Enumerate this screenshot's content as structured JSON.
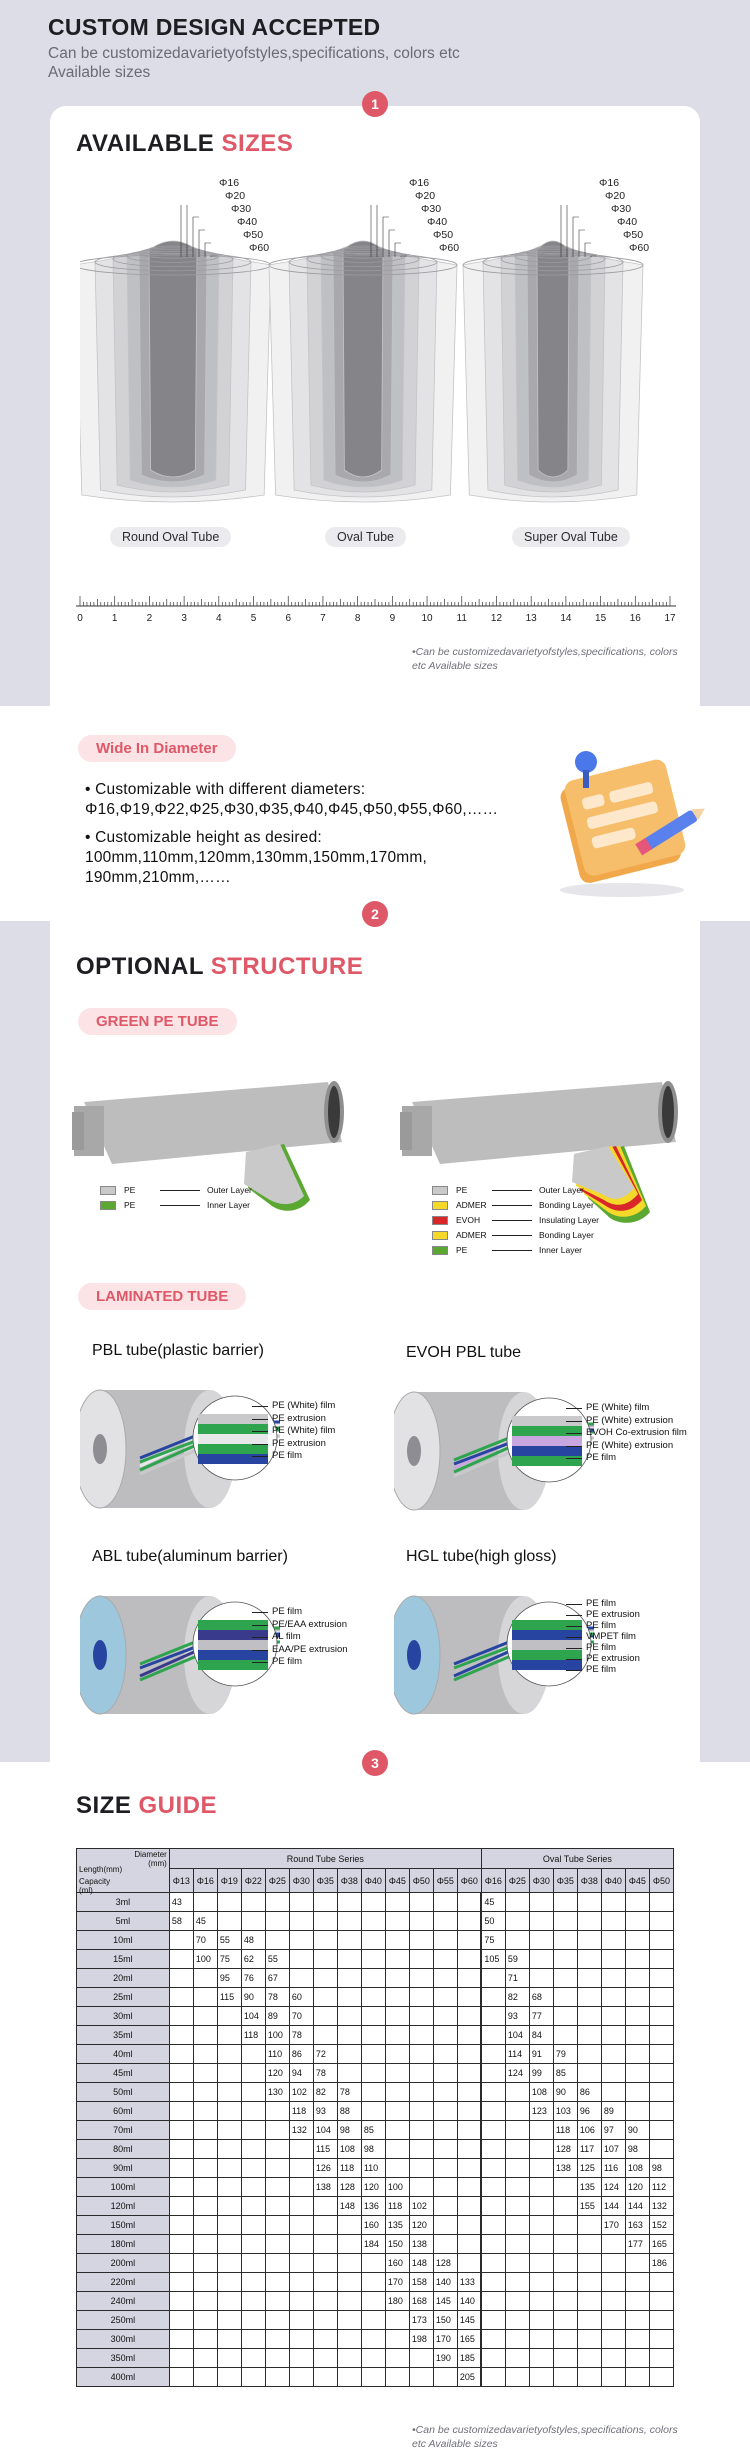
{
  "header": {
    "title": "CUSTOM DESIGN ACCEPTED",
    "subtitle": "Can be customizedavarietyofstyles,specifications, colors etc Available sizes"
  },
  "badges": [
    "1",
    "2",
    "3"
  ],
  "sizes": {
    "title_a": "AVAILABLE",
    "title_b": "SIZES",
    "diameters": [
      "Φ16",
      "Φ20",
      "Φ30",
      "Φ40",
      "Φ50",
      "Φ60"
    ],
    "tubes": [
      "Round Oval Tube",
      "Oval Tube",
      "Super Oval Tube"
    ],
    "ruler": [
      "0",
      "1",
      "2",
      "3",
      "4",
      "5",
      "6",
      "7",
      "8",
      "9",
      "10",
      "11",
      "12",
      "13",
      "14",
      "15",
      "16",
      "17"
    ],
    "note": "•Can be customizedavarietyofstyles,specifications, colors etc Available sizes"
  },
  "diameter": {
    "pill": "Wide In Diameter",
    "b1a": "• Customizable with different diameters:",
    "b1b": "Φ16,Φ19,Φ22,Φ25,Φ30,Φ35,Φ40,Φ45,Φ50,Φ55,Φ60,……",
    "b2a": "• Customizable height as desired:",
    "b2b": "100mm,110mm,120mm,130mm,150mm,170mm,",
    "b2c": "190mm,210mm,……"
  },
  "structure": {
    "title_a": "OPTIONAL",
    "title_b": "STRUCTURE",
    "green_pill": "GREEN PE TUBE",
    "legend1": [
      {
        "name": "PE",
        "layer": "Outer Layer",
        "color": "#c9c9c9"
      },
      {
        "name": "PE",
        "layer": "Inner Layer",
        "color": "#5aa832"
      }
    ],
    "legend2": [
      {
        "name": "PE",
        "layer": "Outer Layer",
        "color": "#c9c9c9"
      },
      {
        "name": "ADMER",
        "layer": "Bonding Layer",
        "color": "#f4d92a"
      },
      {
        "name": "EVOH",
        "layer": "Insulating Layer",
        "color": "#d8262b"
      },
      {
        "name": "ADMER",
        "layer": "Bonding Layer",
        "color": "#f4d92a"
      },
      {
        "name": "PE",
        "layer": "Inner Layer",
        "color": "#5aa832"
      }
    ],
    "lam_pill": "LAMINATED TUBE",
    "lam": [
      {
        "title": "PBL tube(plastic barrier)",
        "layers": [
          "PE (White) film",
          "PE extrusion",
          "PE (White) film",
          "PE extrusion",
          "PE film"
        ]
      },
      {
        "title": "EVOH PBL tube",
        "layers": [
          "PE (White) film",
          "PE (White) extrusion",
          "EVOH Co-extrusion film",
          "PE (White) extrusion",
          "PE film"
        ]
      },
      {
        "title": "ABL tube(aluminum barrier)",
        "layers": [
          "PE film",
          "PE/EAA extrusion",
          "AL film",
          "EAA/PE extrusion",
          "PE film"
        ]
      },
      {
        "title": "HGL tube(high gloss)",
        "layers": [
          "PE film",
          "PE extrusion",
          "PE film",
          "VMPET film",
          "PE film",
          "PE extrusion",
          "PE film"
        ]
      }
    ]
  },
  "guide": {
    "title_a": "SIZE",
    "title_b": "GUIDE",
    "corner": {
      "diameter": "Diameter (mm)",
      "length": "Length(mm)",
      "capacity": "Capacity (ml)"
    },
    "round_label": "Round Tube Series",
    "oval_label": "Oval Tube Series",
    "round_cols": [
      "Φ13",
      "Φ16",
      "Φ19",
      "Φ22",
      "Φ25",
      "Φ30",
      "Φ35",
      "Φ38",
      "Φ40",
      "Φ45",
      "Φ50",
      "Φ55",
      "Φ60"
    ],
    "oval_cols": [
      "Φ16",
      "Φ25",
      "Φ30",
      "Φ35",
      "Φ38",
      "Φ40",
      "Φ45",
      "Φ50"
    ],
    "rows": [
      [
        "3ml",
        "43",
        "",
        "",
        "",
        "",
        "",
        "",
        "",
        "",
        "",
        "",
        "",
        "",
        "45",
        "",
        "",
        "",
        "",
        "",
        "",
        ""
      ],
      [
        "5ml",
        "58",
        "45",
        "",
        "",
        "",
        "",
        "",
        "",
        "",
        "",
        "",
        "",
        "",
        "50",
        "",
        "",
        "",
        "",
        "",
        "",
        ""
      ],
      [
        "10ml",
        "",
        "70",
        "55",
        "48",
        "",
        "",
        "",
        "",
        "",
        "",
        "",
        "",
        "",
        "75",
        "",
        "",
        "",
        "",
        "",
        "",
        ""
      ],
      [
        "15ml",
        "",
        "100",
        "75",
        "62",
        "55",
        "",
        "",
        "",
        "",
        "",
        "",
        "",
        "",
        "105",
        "59",
        "",
        "",
        "",
        "",
        "",
        ""
      ],
      [
        "20ml",
        "",
        "",
        "95",
        "76",
        "67",
        "",
        "",
        "",
        "",
        "",
        "",
        "",
        "",
        "",
        "71",
        "",
        "",
        "",
        "",
        "",
        ""
      ],
      [
        "25ml",
        "",
        "",
        "115",
        "90",
        "78",
        "60",
        "",
        "",
        "",
        "",
        "",
        "",
        "",
        "",
        "82",
        "68",
        "",
        "",
        "",
        "",
        ""
      ],
      [
        "30ml",
        "",
        "",
        "",
        "104",
        "89",
        "70",
        "",
        "",
        "",
        "",
        "",
        "",
        "",
        "",
        "93",
        "77",
        "",
        "",
        "",
        "",
        ""
      ],
      [
        "35ml",
        "",
        "",
        "",
        "118",
        "100",
        "78",
        "",
        "",
        "",
        "",
        "",
        "",
        "",
        "",
        "104",
        "84",
        "",
        "",
        "",
        "",
        ""
      ],
      [
        "40ml",
        "",
        "",
        "",
        "",
        "110",
        "86",
        "72",
        "",
        "",
        "",
        "",
        "",
        "",
        "",
        "114",
        "91",
        "79",
        "",
        "",
        "",
        ""
      ],
      [
        "45ml",
        "",
        "",
        "",
        "",
        "120",
        "94",
        "78",
        "",
        "",
        "",
        "",
        "",
        "",
        "",
        "124",
        "99",
        "85",
        "",
        "",
        "",
        ""
      ],
      [
        "50ml",
        "",
        "",
        "",
        "",
        "130",
        "102",
        "82",
        "78",
        "",
        "",
        "",
        "",
        "",
        "",
        "",
        "108",
        "90",
        "86",
        "",
        "",
        ""
      ],
      [
        "60ml",
        "",
        "",
        "",
        "",
        "",
        "118",
        "93",
        "88",
        "",
        "",
        "",
        "",
        "",
        "",
        "",
        "123",
        "103",
        "96",
        "89",
        "",
        ""
      ],
      [
        "70ml",
        "",
        "",
        "",
        "",
        "",
        "132",
        "104",
        "98",
        "85",
        "",
        "",
        "",
        "",
        "",
        "",
        "",
        "118",
        "106",
        "97",
        "90",
        ""
      ],
      [
        "80ml",
        "",
        "",
        "",
        "",
        "",
        "",
        "115",
        "108",
        "98",
        "",
        "",
        "",
        "",
        "",
        "",
        "",
        "128",
        "117",
        "107",
        "98",
        ""
      ],
      [
        "90ml",
        "",
        "",
        "",
        "",
        "",
        "",
        "126",
        "118",
        "110",
        "",
        "",
        "",
        "",
        "",
        "",
        "",
        "138",
        "125",
        "116",
        "108",
        "98"
      ],
      [
        "100ml",
        "",
        "",
        "",
        "",
        "",
        "",
        "138",
        "128",
        "120",
        "100",
        "",
        "",
        "",
        "",
        "",
        "",
        "",
        "135",
        "124",
        "120",
        "112"
      ],
      [
        "120ml",
        "",
        "",
        "",
        "",
        "",
        "",
        "",
        "148",
        "136",
        "118",
        "102",
        "",
        "",
        "",
        "",
        "",
        "",
        "155",
        "144",
        "144",
        "132"
      ],
      [
        "150ml",
        "",
        "",
        "",
        "",
        "",
        "",
        "",
        "",
        "160",
        "135",
        "120",
        "",
        "",
        "",
        "",
        "",
        "",
        "",
        "170",
        "163",
        "152"
      ],
      [
        "180ml",
        "",
        "",
        "",
        "",
        "",
        "",
        "",
        "",
        "184",
        "150",
        "138",
        "",
        "",
        "",
        "",
        "",
        "",
        "",
        "",
        "177",
        "165"
      ],
      [
        "200ml",
        "",
        "",
        "",
        "",
        "",
        "",
        "",
        "",
        "",
        "160",
        "148",
        "128",
        "",
        "",
        "",
        "",
        "",
        "",
        "",
        "",
        "186"
      ],
      [
        "220ml",
        "",
        "",
        "",
        "",
        "",
        "",
        "",
        "",
        "",
        "170",
        "158",
        "140",
        "133",
        "",
        "",
        "",
        "",
        "",
        "",
        "",
        ""
      ],
      [
        "240ml",
        "",
        "",
        "",
        "",
        "",
        "",
        "",
        "",
        "",
        "180",
        "168",
        "145",
        "140",
        "",
        "",
        "",
        "",
        "",
        "",
        "",
        ""
      ],
      [
        "250ml",
        "",
        "",
        "",
        "",
        "",
        "",
        "",
        "",
        "",
        "",
        "173",
        "150",
        "145",
        "",
        "",
        "",
        "",
        "",
        "",
        "",
        ""
      ],
      [
        "300ml",
        "",
        "",
        "",
        "",
        "",
        "",
        "",
        "",
        "",
        "",
        "198",
        "170",
        "165",
        "",
        "",
        "",
        "",
        "",
        "",
        "",
        ""
      ],
      [
        "350ml",
        "",
        "",
        "",
        "",
        "",
        "",
        "",
        "",
        "",
        "",
        "",
        "190",
        "185",
        "",
        "",
        "",
        "",
        "",
        "",
        "",
        ""
      ],
      [
        "400ml",
        "",
        "",
        "",
        "",
        "",
        "",
        "",
        "",
        "",
        "",
        "",
        "",
        "205",
        "",
        "",
        "",
        "",
        "",
        "",
        "",
        ""
      ]
    ],
    "note": "•Can be customizedavarietyofstyles,specifications, colors etc Available sizes"
  }
}
